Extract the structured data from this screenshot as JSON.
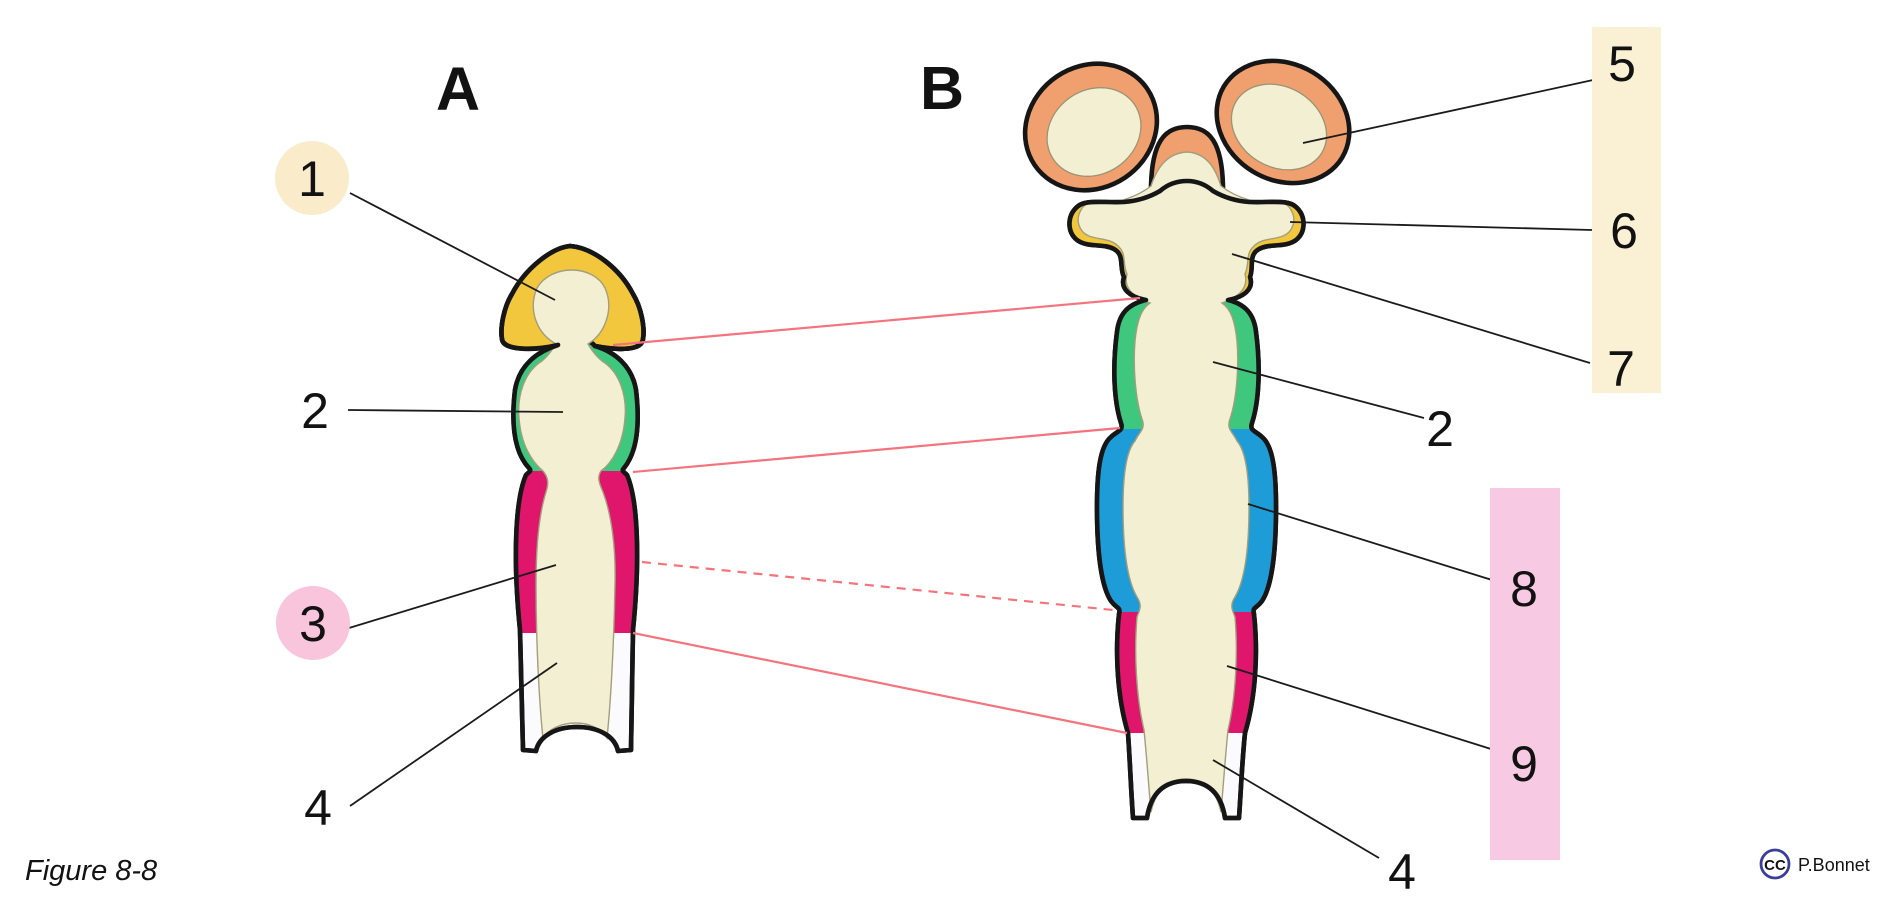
{
  "figure": {
    "caption": "Figure 8-8",
    "cc_label": "CC",
    "credit": "P.Bonnet"
  },
  "panels": {
    "a": "A",
    "b": "B"
  },
  "callouts": {
    "n1": "1",
    "n2_left": "2",
    "n3": "3",
    "n4_left": "4",
    "n5": "5",
    "n6": "6",
    "n7": "7",
    "n2_right": "2",
    "n8": "8",
    "n9": "9",
    "n4_right": "4"
  },
  "colors": {
    "prosencephalon_yellow": "#F2C73E",
    "telencephalon_orange": "#F0A06E",
    "mesencephalon_green": "#3EC77D",
    "metencephalon_blue": "#1E9CD8",
    "rhombencephalon_magenta": "#E0156C",
    "spinal_wall_white": "#FBFBFD",
    "lumen_cream": "#F2EFD2",
    "band_beige": "#FAF0D3",
    "band_pink": "#F7C9E3",
    "circle1_fill": "#FAEBCB",
    "circle3_fill": "#F8C5DD",
    "connector_red": "#F4747E",
    "text_indigo": "#2B2E8B",
    "credit_indigo": "#3A3D99"
  }
}
